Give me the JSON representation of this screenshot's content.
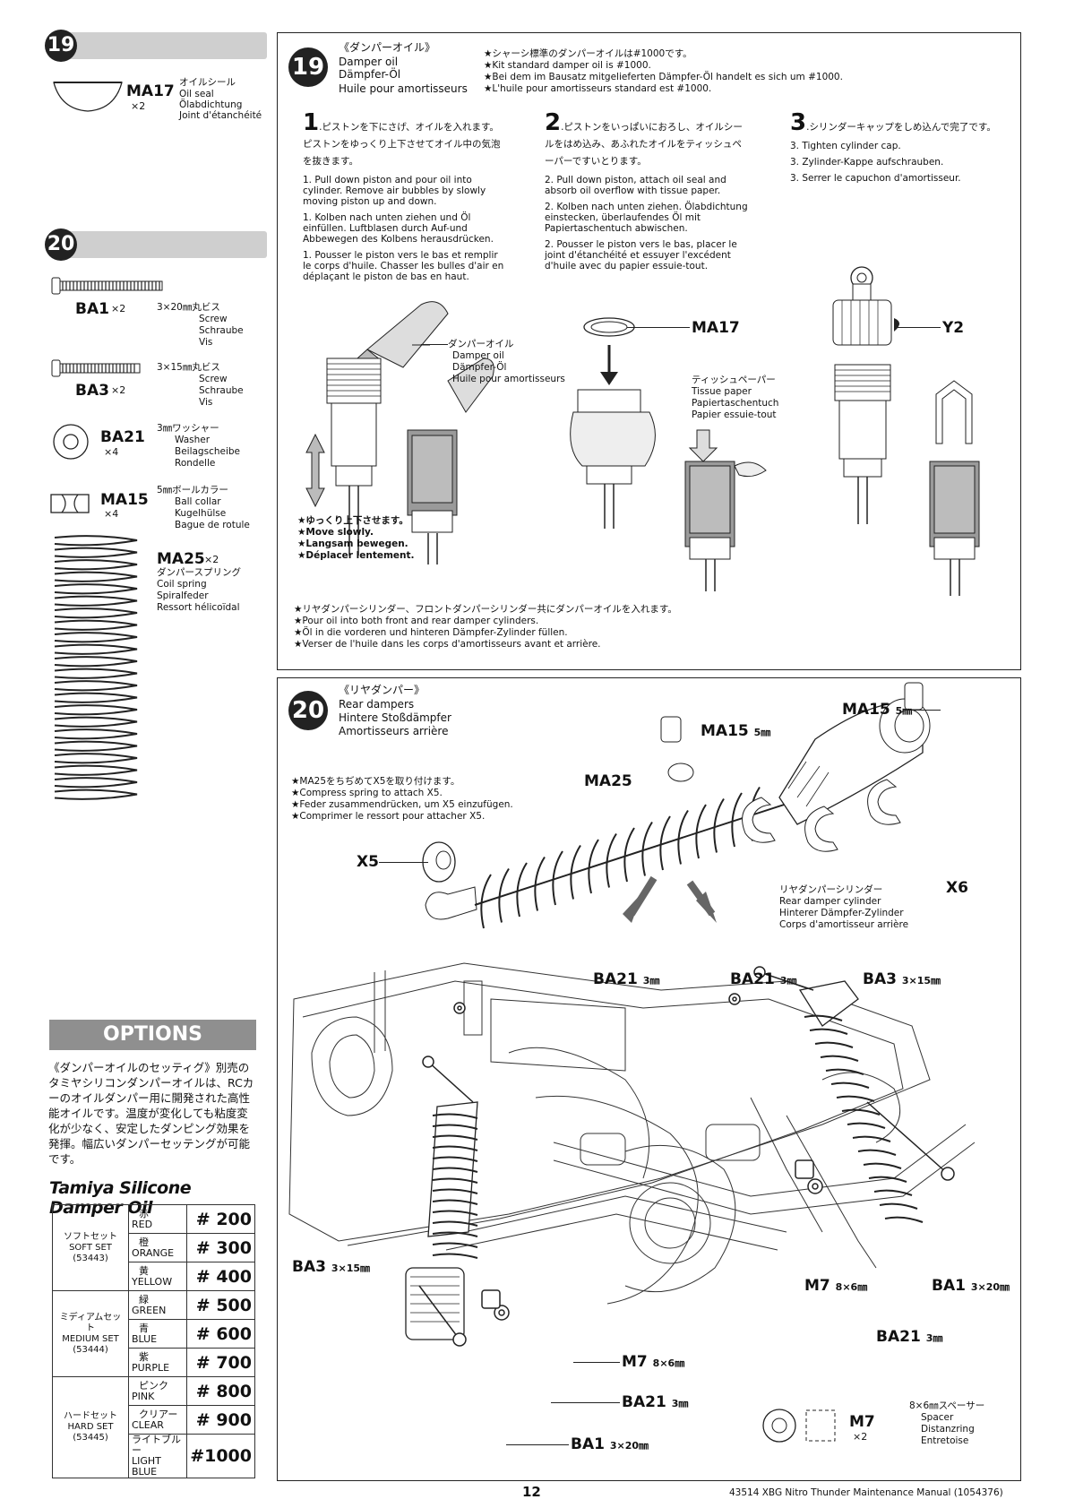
{
  "sidebar": {
    "step19": {
      "num": "19",
      "part": {
        "code": "MA17",
        "qty": "×2",
        "ja": "オイルシール",
        "en": "Oil seal",
        "de": "Ölabdichtung",
        "fr": "Joint d'étanchéité"
      }
    },
    "step20": {
      "num": "20",
      "parts": [
        {
          "code": "BA1",
          "qty": "×2",
          "size": "3×20㎜丸ビス",
          "en": "Screw",
          "de": "Schraube",
          "fr": "Vis"
        },
        {
          "code": "BA3",
          "qty": "×2",
          "size": "3×15㎜丸ビス",
          "en": "Screw",
          "de": "Schraube",
          "fr": "Vis"
        },
        {
          "code": "BA21",
          "qty": "×4",
          "size": "3㎜ワッシャー",
          "en": "Washer",
          "de": "Beilagscheibe",
          "fr": "Rondelle"
        },
        {
          "code": "MA15",
          "qty": "×4",
          "size": "5㎜ボールカラー",
          "en": "Ball collar",
          "de": "Kugelhülse",
          "fr": "Bague de rotule"
        }
      ],
      "spring": {
        "code": "MA25",
        "qty": "×2",
        "ja": "ダンパースプリング",
        "en": "Coil spring",
        "de": "Spiralfeder",
        "fr": "Ressort hélicoïdal"
      }
    },
    "options": {
      "banner": "OPTIONS",
      "text": "《ダンパーオイルのセッティグ》別売のタミヤシリコンダンパーオイルは、RCカーのオイルダンパー用に開発された高性能オイルです。温度が変化しても粘度変化が少なく、安定したダンピング効果を発揮。幅広いダンパーセッテングが可能です。",
      "table_title": "Tamiya Silicone Damper Oil",
      "sets": [
        {
          "ja": "ソフトセット",
          "en": "SOFT SET",
          "code": "(53443)",
          "rows": [
            {
              "ja": "赤",
              "en": "RED",
              "num": "# 200"
            },
            {
              "ja": "橙",
              "en": "ORANGE",
              "num": "# 300"
            },
            {
              "ja": "黄",
              "en": "YELLOW",
              "num": "# 400"
            }
          ]
        },
        {
          "ja": "ミディアムセット",
          "en": "MEDIUM SET",
          "code": "(53444)",
          "rows": [
            {
              "ja": "緑",
              "en": "GREEN",
              "num": "# 500"
            },
            {
              "ja": "青",
              "en": "BLUE",
              "num": "# 600"
            },
            {
              "ja": "紫",
              "en": "PURPLE",
              "num": "# 700"
            }
          ]
        },
        {
          "ja": "ハードセット",
          "en": "HARD SET",
          "code": "(53445)",
          "rows": [
            {
              "ja": "ピンク",
              "en": "PINK",
              "num": "# 800"
            },
            {
              "ja": "クリアー",
              "en": "CLEAR",
              "num": "# 900"
            },
            {
              "ja": "ライトブルー",
              "en": "LIGHT BLUE",
              "num": "#1000"
            }
          ]
        }
      ]
    }
  },
  "step19": {
    "num": "19",
    "title_ja": "《ダンパーオイル》",
    "title_en": "Damper oil",
    "title_de": "Dämpfer-Öl",
    "title_fr": "Huile pour amortisseurs",
    "notes": [
      "★シャーシ標準のダンパーオイルは#1000です。",
      "★Kit standard damper oil is #1000.",
      "★Bei dem im Bausatz mitgelieferten Dämpfer-Öl handelt es sich um #1000.",
      "★L'huile pour amortisseurs standard est #1000."
    ],
    "instr1": {
      "n": "1",
      "ja": ".ピストンを下にさげ、オイルを入れます。ピストンをゆっくり上下させてオイル中の気泡を抜きます。",
      "en": "1. Pull down piston and pour oil into cylinder. Remove air bubbles by slowly moving piston up and down.",
      "de": "1. Kolben nach unten ziehen und Öl einfüllen. Luftblasen durch Auf-und Abbewegen des Kolbens herausdrücken.",
      "fr": "1. Pousser le piston vers le bas et remplir le corps d'huile. Chasser les bulles d'air en déplaçant le piston de bas en haut."
    },
    "instr2": {
      "n": "2",
      "ja": ".ピストンをいっぱいにおろし、オイルシールをはめ込み、あふれたオイルをティッシュペーパーですいとります。",
      "en": "2. Pull down piston, attach oil seal and absorb oil overflow with tissue paper.",
      "de": "2. Kolben nach unten ziehen. Ölabdichtung einstecken, überlaufendes Öl mit Papiertaschentuch abwischen.",
      "fr": "2. Pousser le piston vers le bas, placer le joint d'étanchéité et essuyer l'excédent d'huile avec du papier essuie-tout."
    },
    "instr3": {
      "n": "3",
      "ja": ".シリンダーキャップをしめ込んで完了です。",
      "en": "3. Tighten cylinder cap.",
      "de": "3. Zylinder-Kappe aufschrauben.",
      "fr": "3. Serrer le capuchon d'amortisseur."
    },
    "oil_label": {
      "ja": "ダンパーオイル",
      "en": "Damper oil",
      "de": "Dämpfer-Öl",
      "fr": "Huile pour amortisseurs"
    },
    "ma17": "MA17",
    "tissue": {
      "ja": "ティッシュペーパー",
      "en": "Tissue paper",
      "de": "Papiertaschentuch",
      "fr": "Papier essuie-tout"
    },
    "y2": "Y2",
    "slow": [
      "★ゆっくり上下させます。",
      "★Move slowly.",
      "★Langsam bewegen.",
      "★Déplacer lentement."
    ],
    "bottom_notes": [
      "★リヤダンパーシリンダー、フロントダンパーシリンダー共にダンパーオイルを入れます。",
      "★Pour oil into both front and rear damper cylinders.",
      "★Öl in die vorderen und hinteren Dämpfer-Zylinder füllen.",
      "★Verser de l'huile dans les corps d'amortisseurs avant et arrière."
    ]
  },
  "step20": {
    "num": "20",
    "title_ja": "《リヤダンパー》",
    "title_en": "Rear dampers",
    "title_de": "Hintere Stoßdämpfer",
    "title_fr": "Amortisseurs arrière",
    "notes": [
      "★MA25をちぢめてX5を取り付けます。",
      "★Compress spring to attach X5.",
      "★Feder zusammendrücken, um X5 einzufügen.",
      "★Comprimer le ressort pour attacher X5."
    ],
    "labels": {
      "ma15a": "MA15",
      "ma15a_sz": "5㎜",
      "ma15b": "MA15",
      "ma15b_sz": "5㎜",
      "ma25": "MA25",
      "x5": "X5",
      "x6": "X6",
      "cyl_ja": "リヤダンパーシリンダー",
      "cyl_en": "Rear damper cylinder",
      "cyl_de": "Hinterer Dämpfer-Zylinder",
      "cyl_fr": "Corps d'amortisseur arrière",
      "ba21a": "BA21",
      "ba21a_sz": "3㎜",
      "ba21b": "BA21",
      "ba21b_sz": "3㎜",
      "ba3a": "BA3",
      "ba3a_sz": "3×15㎜",
      "ba3b": "BA3",
      "ba3b_sz": "3×15㎜",
      "m7a": "M7",
      "m7a_sz": "8×6㎜",
      "ba1a": "BA1",
      "ba1a_sz": "3×20㎜",
      "ba21c": "BA21",
      "ba21c_sz": "3㎜",
      "m7b": "M7",
      "m7b_sz": "8×6㎜",
      "ba21d": "BA21",
      "ba21d_sz": "3㎜",
      "ba1b": "BA1",
      "ba1b_sz": "3×20㎜"
    },
    "spacer": {
      "size": "8×6㎜スペーサー",
      "code": "M7",
      "qty": "×2",
      "en": "Spacer",
      "de": "Distanzring",
      "fr": "Entretoise"
    }
  },
  "footer": {
    "page": "12",
    "manual": "43514 XBG Nitro Thunder Maintenance Manual (1054376)"
  }
}
